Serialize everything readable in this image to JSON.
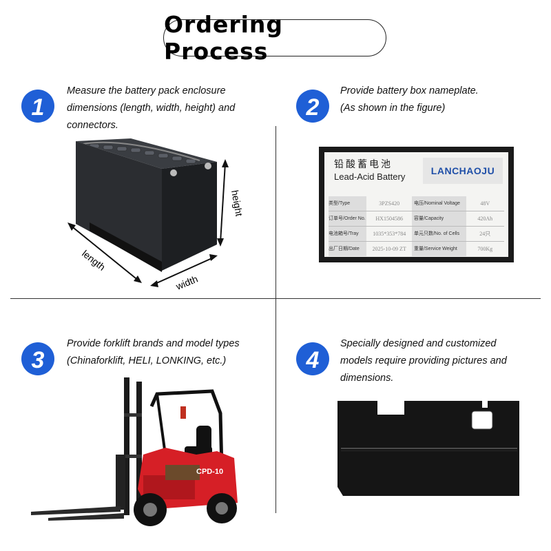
{
  "title": "Ordering Process",
  "colors": {
    "accent": "#1f5fd6",
    "forklift_red": "#d61f26",
    "dark": "#222222"
  },
  "steps": [
    {
      "number": "1",
      "text": "Measure the battery pack enclosure\ndimensions (length, width, height) and\nconnectors."
    },
    {
      "number": "2",
      "text": "Provide battery box nameplate.\n(As shown in the figure)"
    },
    {
      "number": "3",
      "text": "Provide forklift brands and model types\n(Chinaforklift, HELI, LONKING, etc.)"
    },
    {
      "number": "4",
      "text": "Specially designed and customized\nmodels require providing pictures and\ndimensions."
    }
  ],
  "dimensions": {
    "length": "length",
    "width": "width",
    "height": "height"
  },
  "nameplate": {
    "chinese_title": "铅酸蓄电池",
    "english_title": "Lead-Acid Battery",
    "brand": "LANCHAOJU",
    "rows": [
      {
        "left_label": "类型/Type",
        "left_value": "3PZS420",
        "right_label": "电压/Nominal Voltage",
        "right_value": "48V"
      },
      {
        "left_label": "订单号/Order No.",
        "left_value": "HX1504586",
        "right_label": "容量/Capacity",
        "right_value": "420Ah"
      },
      {
        "left_label": "电池箱号/Tray No.",
        "left_value": "1035*353*784",
        "right_label": "单元只数/No. of Cells",
        "right_value": "24只"
      },
      {
        "left_label": "出厂日期/Date",
        "left_value": "2025-10-09 ZT",
        "right_label": "重量/Service Weight",
        "right_value": "700Kg"
      }
    ]
  },
  "forklift": {
    "model": "CPD-10"
  }
}
